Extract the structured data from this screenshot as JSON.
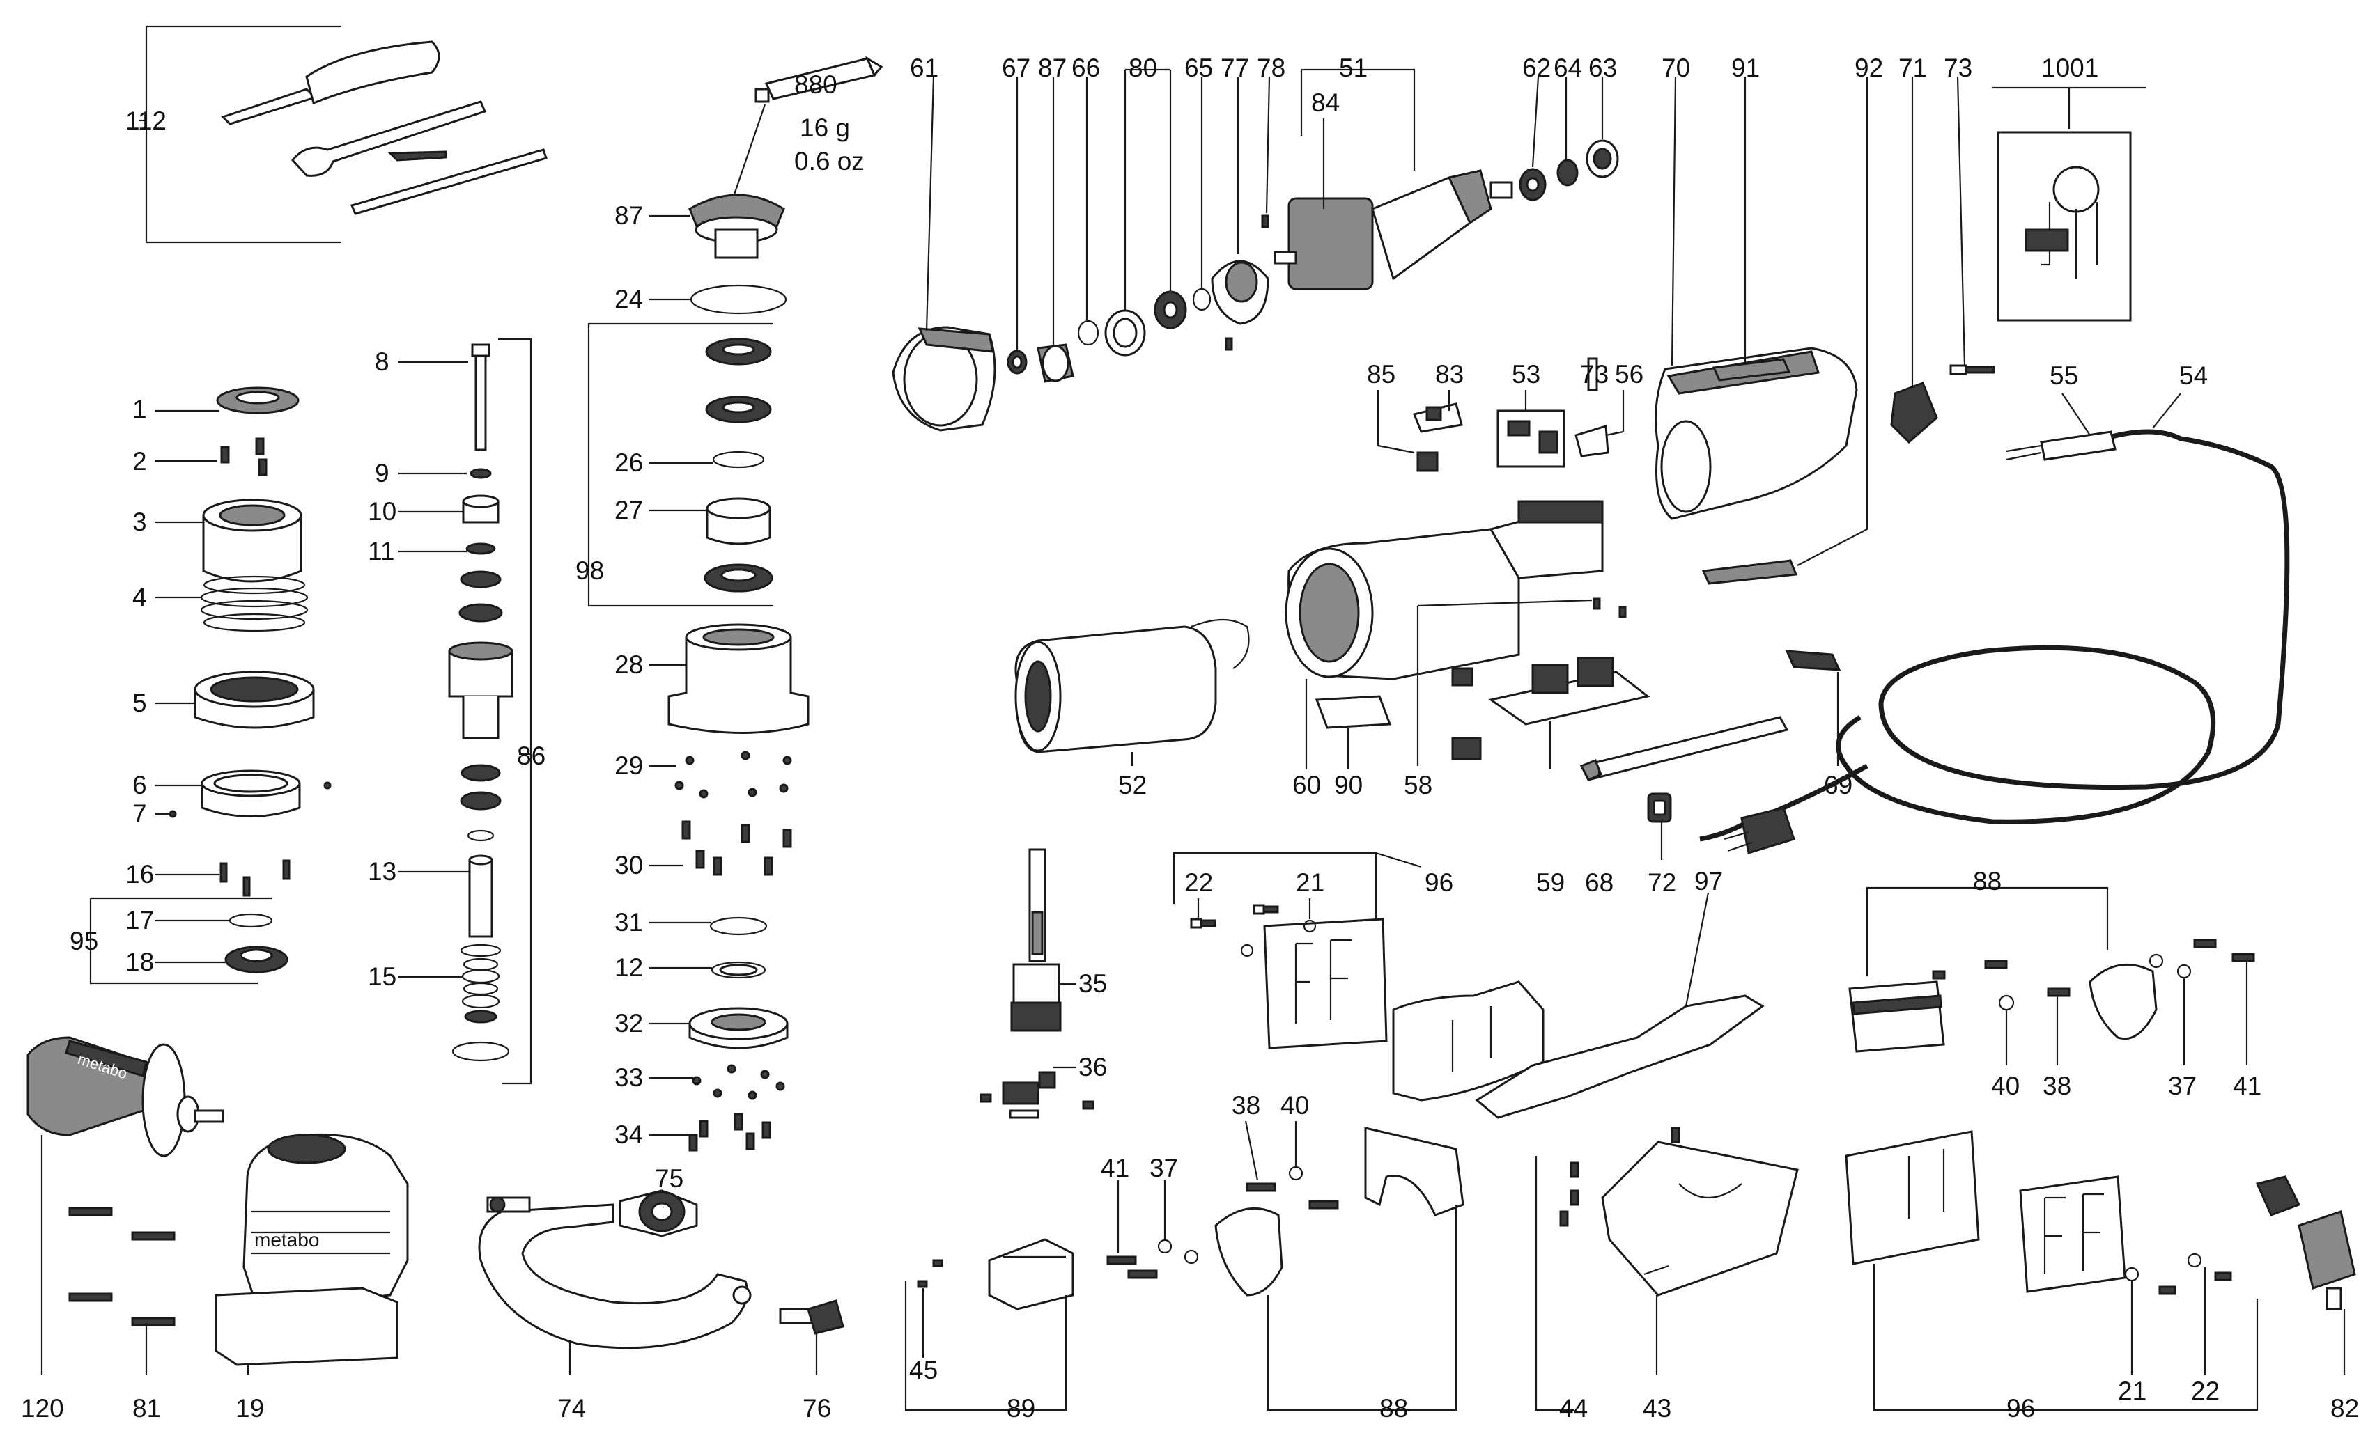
{
  "labels": {
    "p112": "112",
    "p880": "880",
    "p880_mass": "16 g",
    "p880_oz": "0.6 oz",
    "p87a": "87",
    "p24": "24",
    "p98": "98",
    "p26": "26",
    "p27": "27",
    "p28": "28",
    "p29": "29",
    "p30": "30",
    "p31": "31",
    "p12": "12",
    "p32": "32",
    "p33": "33",
    "p34": "34",
    "p1": "1",
    "p2": "2",
    "p3": "3",
    "p4": "4",
    "p5": "5",
    "p6": "6",
    "p7": "7",
    "p16": "16",
    "p17": "17",
    "p18": "18",
    "p95": "95",
    "p8": "8",
    "p9": "9",
    "p10": "10",
    "p11": "11",
    "p13": "13",
    "p15": "15",
    "p86": "86",
    "p61": "61",
    "p67": "67",
    "p87b": "87",
    "p66": "66",
    "p80": "80",
    "p65": "65",
    "p77": "77",
    "p78": "78",
    "p51": "51",
    "p84": "84",
    "p62": "62",
    "p64": "64",
    "p63": "63",
    "p70": "70",
    "p91": "91",
    "p92": "92",
    "p71": "71",
    "p73a": "73",
    "p1001": "1001",
    "p85": "85",
    "p83": "83",
    "p53": "53",
    "p73b": "73",
    "p56": "56",
    "p55": "55",
    "p54": "54",
    "p52": "52",
    "p60": "60",
    "p90": "90",
    "p58": "58",
    "p59": "59",
    "p68": "68",
    "p72": "72",
    "p69": "69",
    "p97": "97",
    "p35": "35",
    "p36": "36",
    "p22a": "22",
    "p21a": "21",
    "p96a": "96",
    "p88a": "88",
    "p40a": "40",
    "p38a": "38",
    "p37a": "37",
    "p41a": "41",
    "p120": "120",
    "p81": "81",
    "p19": "19",
    "p74": "74",
    "p75": "75",
    "p76": "76",
    "p41b": "41",
    "p37b": "37",
    "p38b": "38",
    "p40b": "40",
    "p45": "45",
    "p89": "89",
    "p88b": "88",
    "p44": "44",
    "p43": "43",
    "p96b": "96",
    "p21b": "21",
    "p22b": "22",
    "p82": "82"
  },
  "branding": {
    "handle_logo": "metabo",
    "housing_logo": "metabo"
  }
}
